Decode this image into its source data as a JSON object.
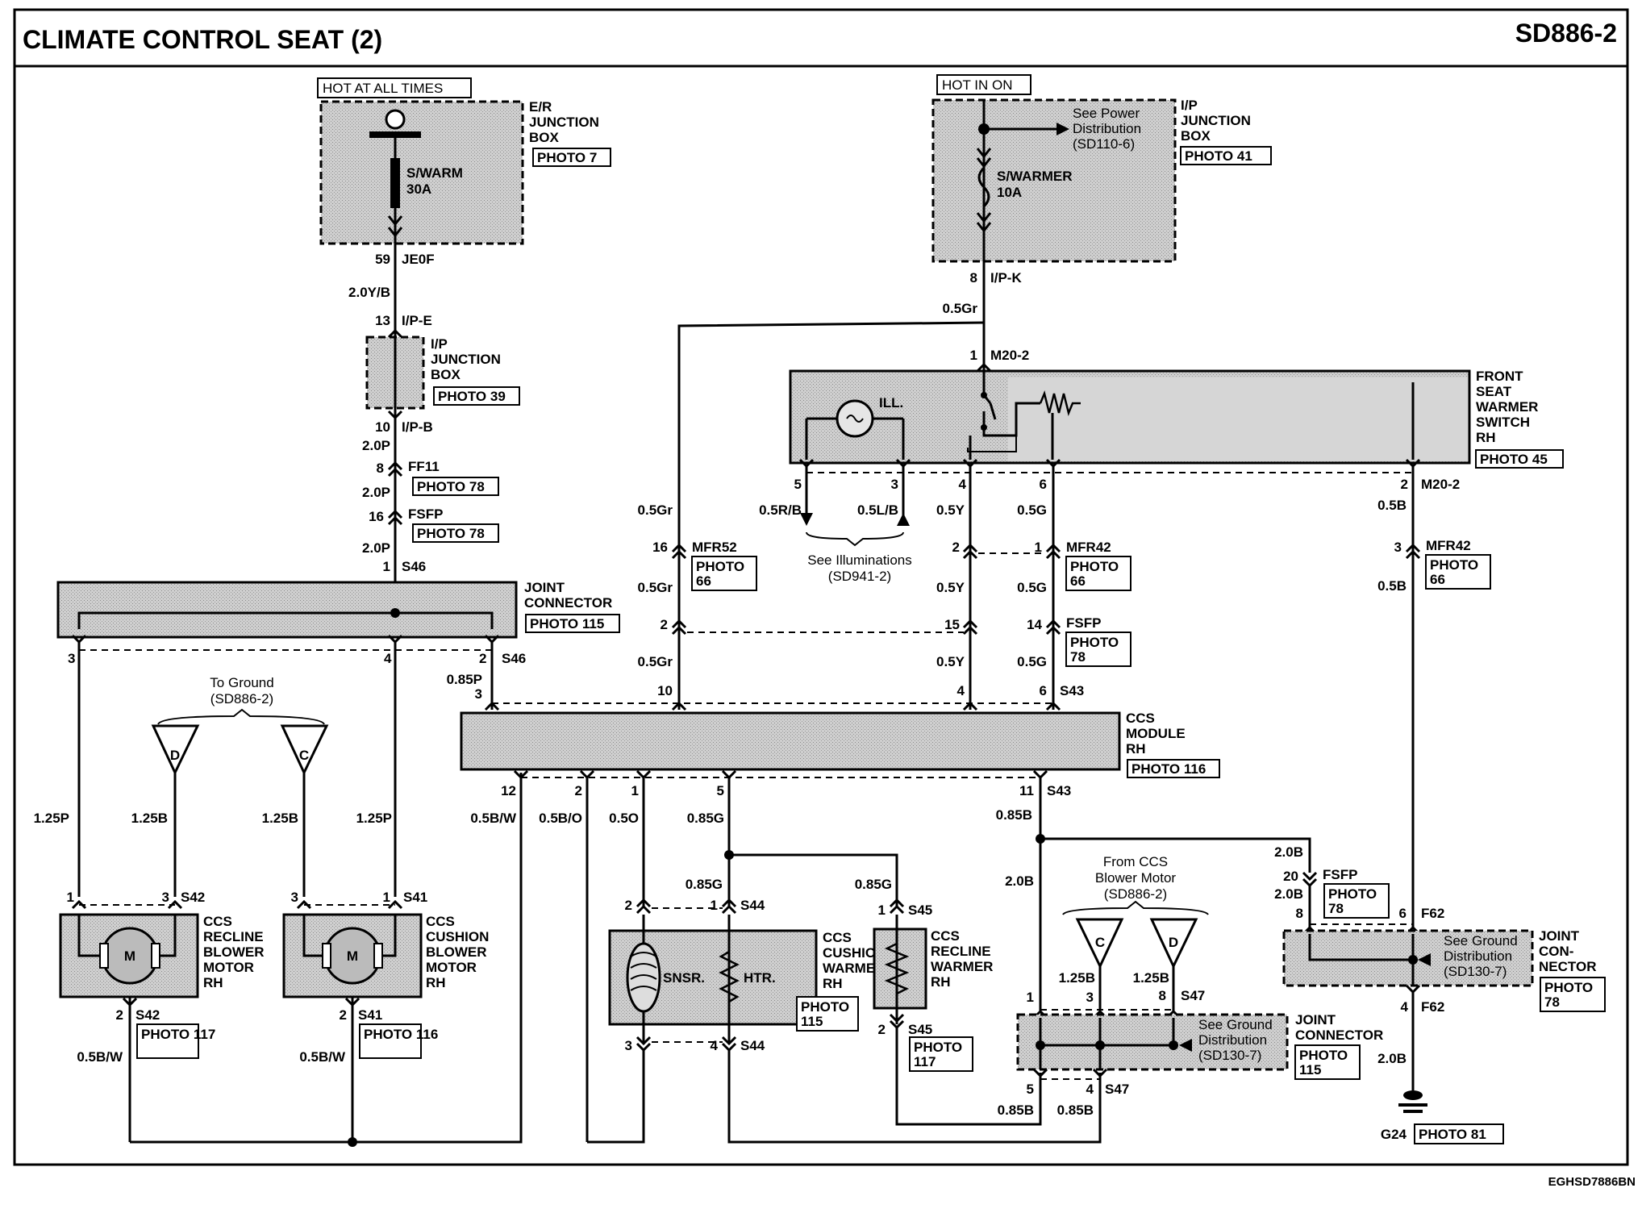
{
  "header": {
    "title": "CLIMATE CONTROL SEAT (2)",
    "code": "SD886-2"
  },
  "footer": {
    "ref": "EGHSD7886BN"
  },
  "power": {
    "hot_all": "HOT AT ALL TIMES",
    "hot_on": "HOT IN ON",
    "er_box": [
      "E/R",
      "JUNCTION",
      "BOX"
    ],
    "er_photo": "PHOTO 7",
    "fuse_swarm": [
      "S/WARM",
      "30A"
    ],
    "ip_box": [
      "I/P",
      "JUNCTION",
      "BOX"
    ],
    "ip_photo": "PHOTO 41",
    "fuse_swarmer": [
      "S/WARMER",
      "10A"
    ],
    "see_power": [
      "See Power",
      "Distribution",
      "(SD110-6)"
    ],
    "ip_box2": [
      "I/P",
      "JUNCTION",
      "BOX"
    ],
    "ip_photo2": "PHOTO 39"
  },
  "left_wire": {
    "p59": "59",
    "je0f": "JE0F",
    "w1": "2.0Y/B",
    "p13": "13",
    "ipe": "I/P-E",
    "p10": "10",
    "ipb": "I/P-B",
    "w2": "2.0P",
    "p8": "8",
    "ff11": "FF11",
    "ff11_photo": "PHOTO 78",
    "w3": "2.0P",
    "p16": "16",
    "fsfp": "FSFP",
    "fsfp_photo": "PHOTO 78",
    "w4": "2.0P",
    "p1": "1",
    "s46": "S46"
  },
  "joint_left": {
    "name": [
      "JOINT",
      "CONNECTOR"
    ],
    "photo": "PHOTO 115",
    "p3": "3",
    "p4": "4",
    "p2": "2",
    "s46": "S46",
    "w": "0.85P",
    "p3b": "3"
  },
  "ground_ref": {
    "label": [
      "To Ground",
      "(SD886-2)"
    ],
    "d": "D",
    "c": "C"
  },
  "motor1": {
    "w_l": "1.25P",
    "w_r": "1.25B",
    "p1": "1",
    "p3": "3",
    "s42": "S42",
    "m": "M",
    "name": [
      "CCS",
      "RECLINE",
      "BLOWER",
      "MOTOR",
      "RH"
    ],
    "p2": "2",
    "s42b": "S42",
    "photo": "PHOTO 117",
    "w_out": "0.5B/W"
  },
  "motor2": {
    "w_l": "1.25B",
    "w_r": "1.25P",
    "p3": "3",
    "p1": "1",
    "s41": "S41",
    "m": "M",
    "name": [
      "CCS",
      "CUSHION",
      "BLOWER",
      "MOTOR",
      "RH"
    ],
    "p2": "2",
    "s41b": "S41",
    "photo": "PHOTO 116",
    "w_out": "0.5B/W"
  },
  "ign_wire": {
    "p8": "8",
    "ipk": "I/P-K",
    "w": "0.5Gr",
    "p1": "1",
    "m202": "M20-2"
  },
  "switch": {
    "name": [
      "FRONT",
      "SEAT",
      "WARMER",
      "SWITCH",
      "RH"
    ],
    "photo": "PHOTO 45",
    "ill": "ILL.",
    "p5": "5",
    "p3": "3",
    "p4": "4",
    "p6": "6",
    "p2": "2",
    "m202": "M20-2",
    "w5": "0.5R/B",
    "w3": "0.5L/B",
    "w4": "0.5Y",
    "w6": "0.5G",
    "w2": "0.5B",
    "see_ill": [
      "See Illuminations",
      "(SD941-2)"
    ]
  },
  "mid": {
    "w_gr1": "0.5Gr",
    "p16": "16",
    "mfr52": "MFR52",
    "mfr52_photo": [
      "PHOTO",
      "66"
    ],
    "w_gr2": "0.5Gr",
    "p2": "2",
    "p2b": "2",
    "p1b": "1",
    "mfr42": "MFR42",
    "mfr42_photo": [
      "PHOTO",
      "66"
    ],
    "w_y2": "0.5Y",
    "w_g2": "0.5G",
    "p15": "15",
    "p14": "14",
    "fsfp": "FSFP",
    "fsfp_photo": [
      "PHOTO",
      "78"
    ],
    "w_gr3": "0.5Gr",
    "w_y3": "0.5Y",
    "w_g3": "0.5G",
    "p10": "10",
    "p4": "4",
    "p6": "6",
    "s43": "S43",
    "p3r": "3",
    "mfr42r": "MFR42",
    "mfr42r_photo": [
      "PHOTO",
      "66"
    ],
    "w_b2": "0.5B"
  },
  "module": {
    "name": [
      "CCS",
      "MODULE",
      "RH"
    ],
    "photo": "PHOTO 116",
    "p12": "12",
    "p2": "2",
    "p1": "1",
    "p5": "5",
    "p11": "11",
    "s43": "S43",
    "w12": "0.5B/W",
    "w2": "0.5B/O",
    "w1": "0.5O",
    "w5": "0.85G",
    "w11": "0.85B"
  },
  "cushion": {
    "w": "0.85G",
    "p2": "2",
    "p1": "1",
    "s44": "S44",
    "name": [
      "CCS",
      "CUSHION",
      "WARMER",
      "RH"
    ],
    "photo": [
      "PHOTO",
      "115"
    ],
    "snsr": "SNSR.",
    "htr": "HTR.",
    "p3": "3",
    "p4": "4",
    "s44b": "S44"
  },
  "recline_w": {
    "w": "0.85G",
    "p1": "1",
    "s45": "S45",
    "name": [
      "CCS",
      "RECLINE",
      "WARMER",
      "RH"
    ],
    "p2": "2",
    "s45b": "S45",
    "photo": [
      "PHOTO",
      "117"
    ]
  },
  "right": {
    "w_2b": "2.0B",
    "from": [
      "From CCS",
      "Blower Motor",
      "(SD886-2)"
    ],
    "c": "C",
    "d": "D",
    "w_125a": "1.25B",
    "w_125b": "1.25B",
    "p1": "1",
    "p3": "3",
    "p8": "8",
    "s47": "S47",
    "see_gnd": [
      "See Ground",
      "Distribution",
      "(SD130-7)"
    ],
    "jc_name": [
      "JOINT",
      "CONNECTOR"
    ],
    "jc_photo": [
      "PHOTO",
      "115"
    ],
    "p5": "5",
    "p4": "4",
    "s47b": "S47",
    "w_085a": "0.85B",
    "w_085b": "0.85B",
    "w_2b_f": "2.0B",
    "p20": "20",
    "fsfp": "FSFP",
    "fsfp_photo": [
      "PHOTO",
      "78"
    ],
    "w_2b_g": "2.0B",
    "p8f": "8",
    "p6f": "6",
    "f62": "F62",
    "see_gnd2": [
      "See Ground",
      "Distribution",
      "(SD130-7)"
    ],
    "jc2_name": [
      "JOINT",
      "CON-",
      "NECTOR"
    ],
    "jc2_photo": [
      "PHOTO",
      "78"
    ],
    "p4f": "4",
    "f62b": "F62",
    "w_2b_h": "2.0B",
    "g24": "G24",
    "g24_photo": "PHOTO 81"
  }
}
